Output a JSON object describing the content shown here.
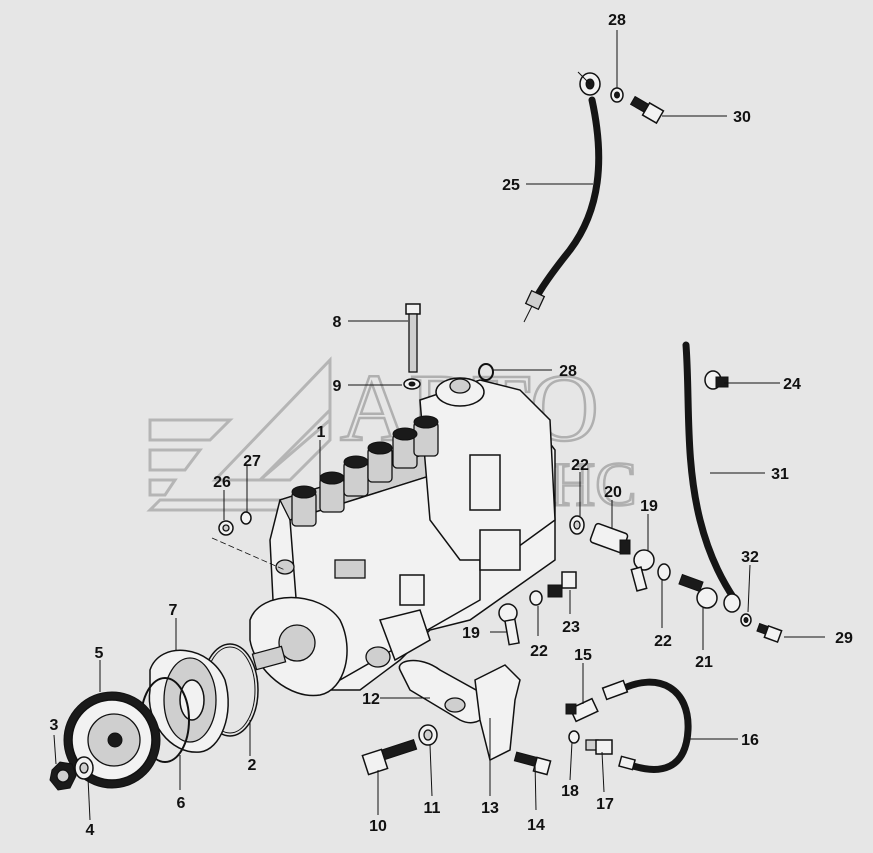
{
  "watermark": {
    "line1": "АВТО",
    "line2": "АЛЬЯНС"
  },
  "callouts": [
    {
      "id": "c1",
      "text": "1"
    },
    {
      "id": "c2",
      "text": "2"
    },
    {
      "id": "c3",
      "text": "3"
    },
    {
      "id": "c4",
      "text": "4"
    },
    {
      "id": "c5",
      "text": "5"
    },
    {
      "id": "c6",
      "text": "6"
    },
    {
      "id": "c7",
      "text": "7"
    },
    {
      "id": "c8",
      "text": "8"
    },
    {
      "id": "c9",
      "text": "9"
    },
    {
      "id": "c10",
      "text": "10"
    },
    {
      "id": "c11",
      "text": "11"
    },
    {
      "id": "c12",
      "text": "12"
    },
    {
      "id": "c13",
      "text": "13"
    },
    {
      "id": "c14",
      "text": "14"
    },
    {
      "id": "c15",
      "text": "15"
    },
    {
      "id": "c16",
      "text": "16"
    },
    {
      "id": "c17",
      "text": "17"
    },
    {
      "id": "c18",
      "text": "18"
    },
    {
      "id": "c19a",
      "text": "19"
    },
    {
      "id": "c19b",
      "text": "19"
    },
    {
      "id": "c20",
      "text": "20"
    },
    {
      "id": "c21",
      "text": "21"
    },
    {
      "id": "c22a",
      "text": "22"
    },
    {
      "id": "c22b",
      "text": "22"
    },
    {
      "id": "c22c",
      "text": "22"
    },
    {
      "id": "c23",
      "text": "23"
    },
    {
      "id": "c24",
      "text": "24"
    },
    {
      "id": "c25",
      "text": "25"
    },
    {
      "id": "c26",
      "text": "26"
    },
    {
      "id": "c27",
      "text": "27"
    },
    {
      "id": "c28a",
      "text": "28"
    },
    {
      "id": "c28b",
      "text": "28"
    },
    {
      "id": "c29",
      "text": "29"
    },
    {
      "id": "c30",
      "text": "30"
    },
    {
      "id": "c31",
      "text": "31"
    },
    {
      "id": "c32",
      "text": "32"
    }
  ]
}
